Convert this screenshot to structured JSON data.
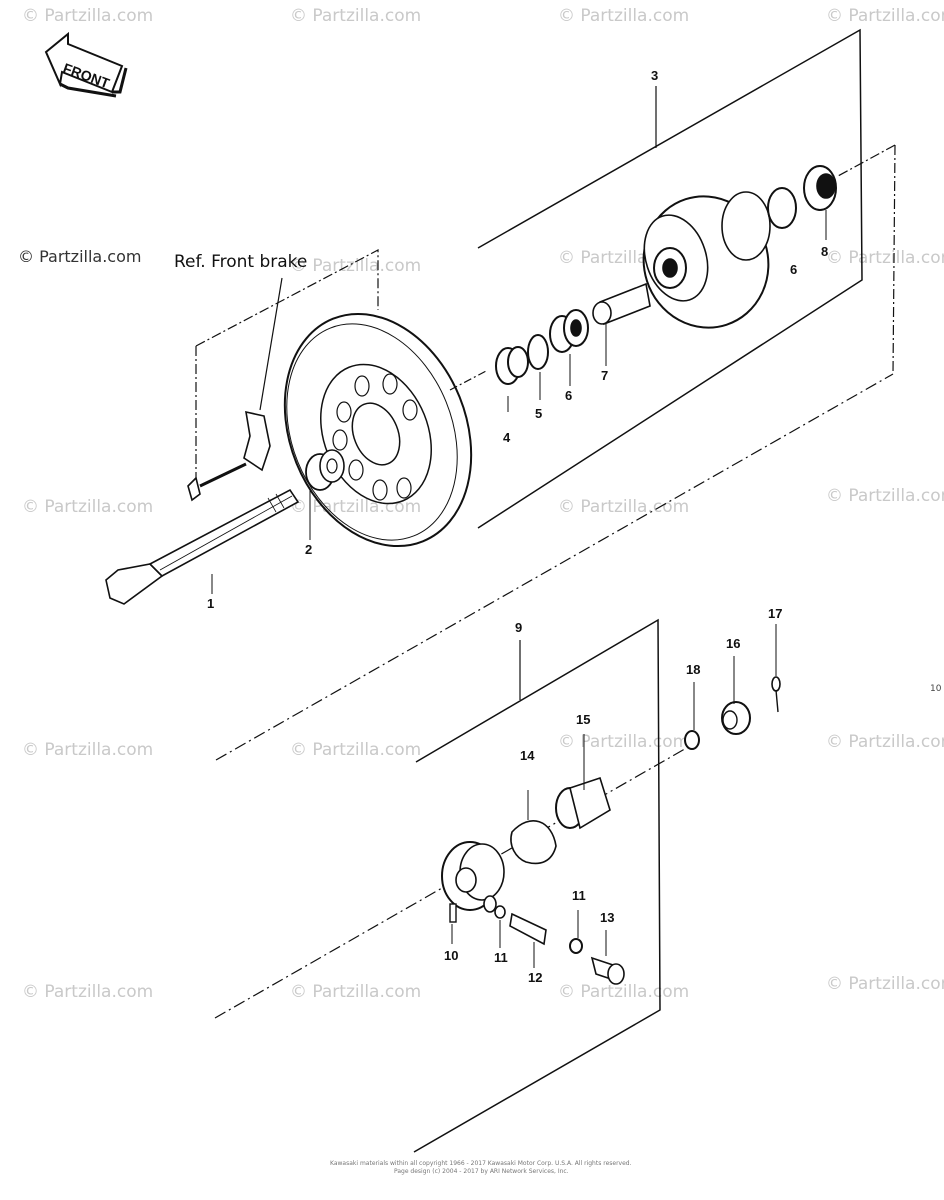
{
  "arrow_label": "FRONT",
  "watermark_text": "© Partzilla.com",
  "ref_watermark": "© Partzilla.com",
  "ref_label": "Ref.  Front brake",
  "callouts": {
    "c1": "1",
    "c2": "2",
    "c3": "3",
    "c4": "4",
    "c5": "5",
    "c6a": "6",
    "c6b": "6",
    "c7": "7",
    "c8": "8",
    "c9": "9",
    "c10": "10",
    "c11a": "11",
    "c11b": "11",
    "c12": "12",
    "c13": "13",
    "c14": "14",
    "c15": "15",
    "c16": "16",
    "c17": "17",
    "c18": "18"
  },
  "edge_number": "10",
  "copyright_line1": "Kawasaki materials within all copyright 1966 - 2017  Kawasaki Motor Corp. U.S.A.  All rights reserved.",
  "copyright_line2": "Page design (c) 2004 - 2017 by ARI Network Services, Inc.",
  "colors": {
    "line": "#111111",
    "watermark": "#c9c9c9"
  }
}
